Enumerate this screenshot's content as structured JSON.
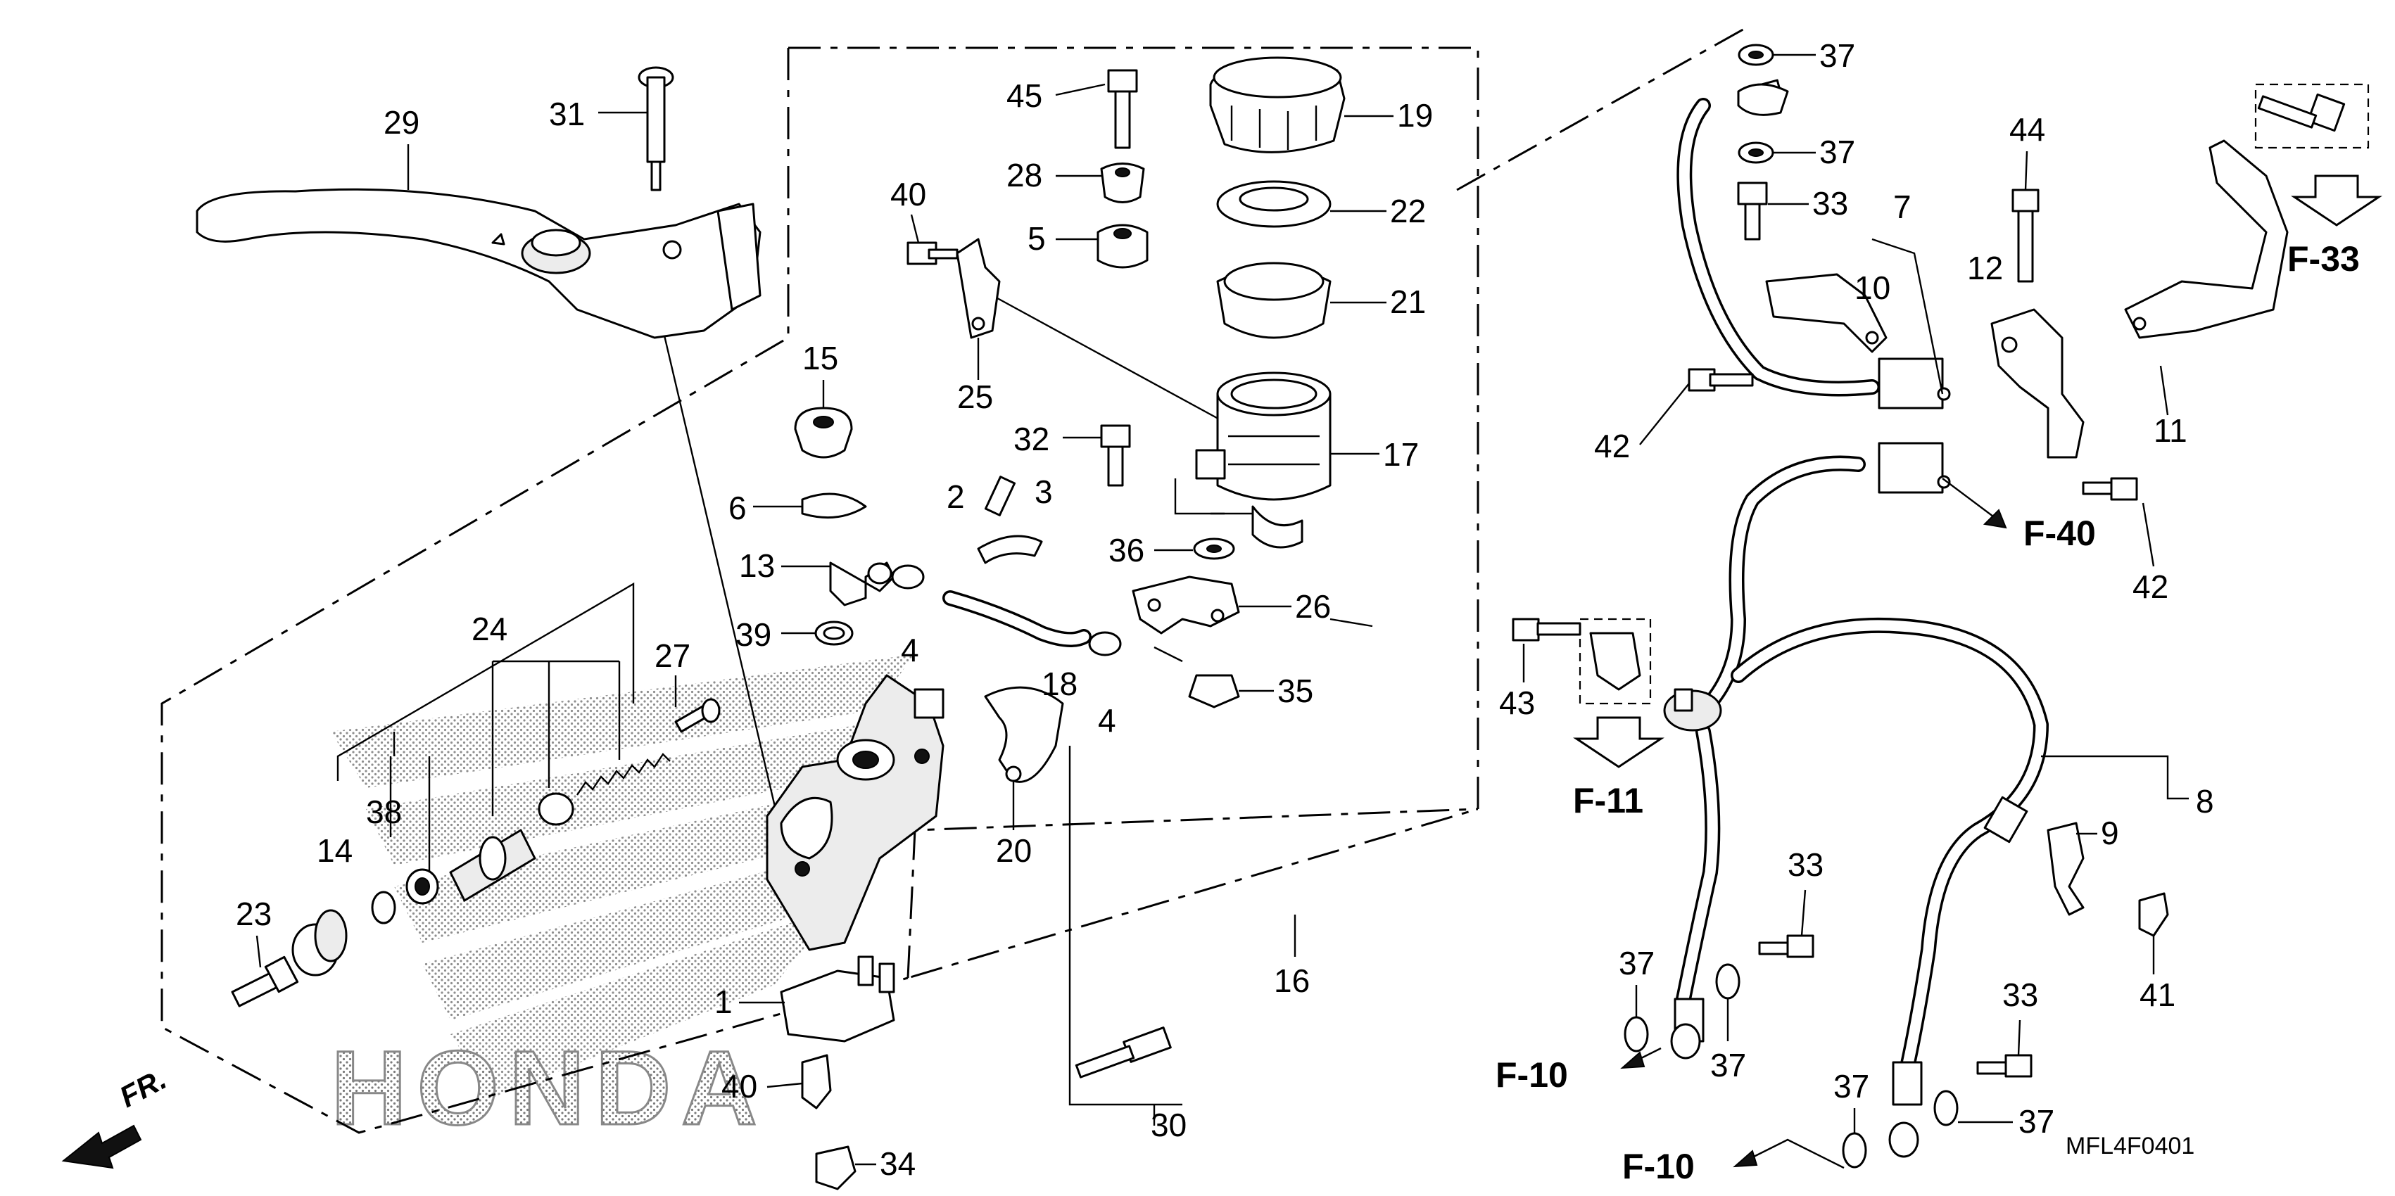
{
  "labels": {
    "p1": "1",
    "p2": "2",
    "p3": "3",
    "p4a": "4",
    "p4b": "4",
    "p5": "5",
    "p6": "6",
    "p7": "7",
    "p8": "8",
    "p9": "9",
    "p10": "10",
    "p11": "11",
    "p12": "12",
    "p13": "13",
    "p14": "14",
    "p15": "15",
    "p16": "16",
    "p17": "17",
    "p18": "18",
    "p19": "19",
    "p20": "20",
    "p21": "21",
    "p22": "22",
    "p23": "23",
    "p24": "24",
    "p25": "25",
    "p26": "26",
    "p27": "27",
    "p28": "28",
    "p29": "29",
    "p30": "30",
    "p31": "31",
    "p32": "32",
    "p33a": "33",
    "p33b": "33",
    "p33c": "33",
    "p34": "34",
    "p35": "35",
    "p36": "36",
    "p37a": "37",
    "p37b": "37",
    "p37c": "37",
    "p37d": "37",
    "p37e": "37",
    "p37f": "37",
    "p38": "38",
    "p39": "39",
    "p40a": "40",
    "p40b": "40",
    "p41": "41",
    "p42a": "42",
    "p42b": "42",
    "p43": "43",
    "p44": "44",
    "p45": "45"
  },
  "refs": {
    "f33": "F-33",
    "f40": "F-40",
    "f11": "F-11",
    "f10a": "F-10",
    "f10b": "F-10"
  },
  "direction_label": "FR.",
  "watermark": "HONDA",
  "diagram_code": "MFL4F0401"
}
